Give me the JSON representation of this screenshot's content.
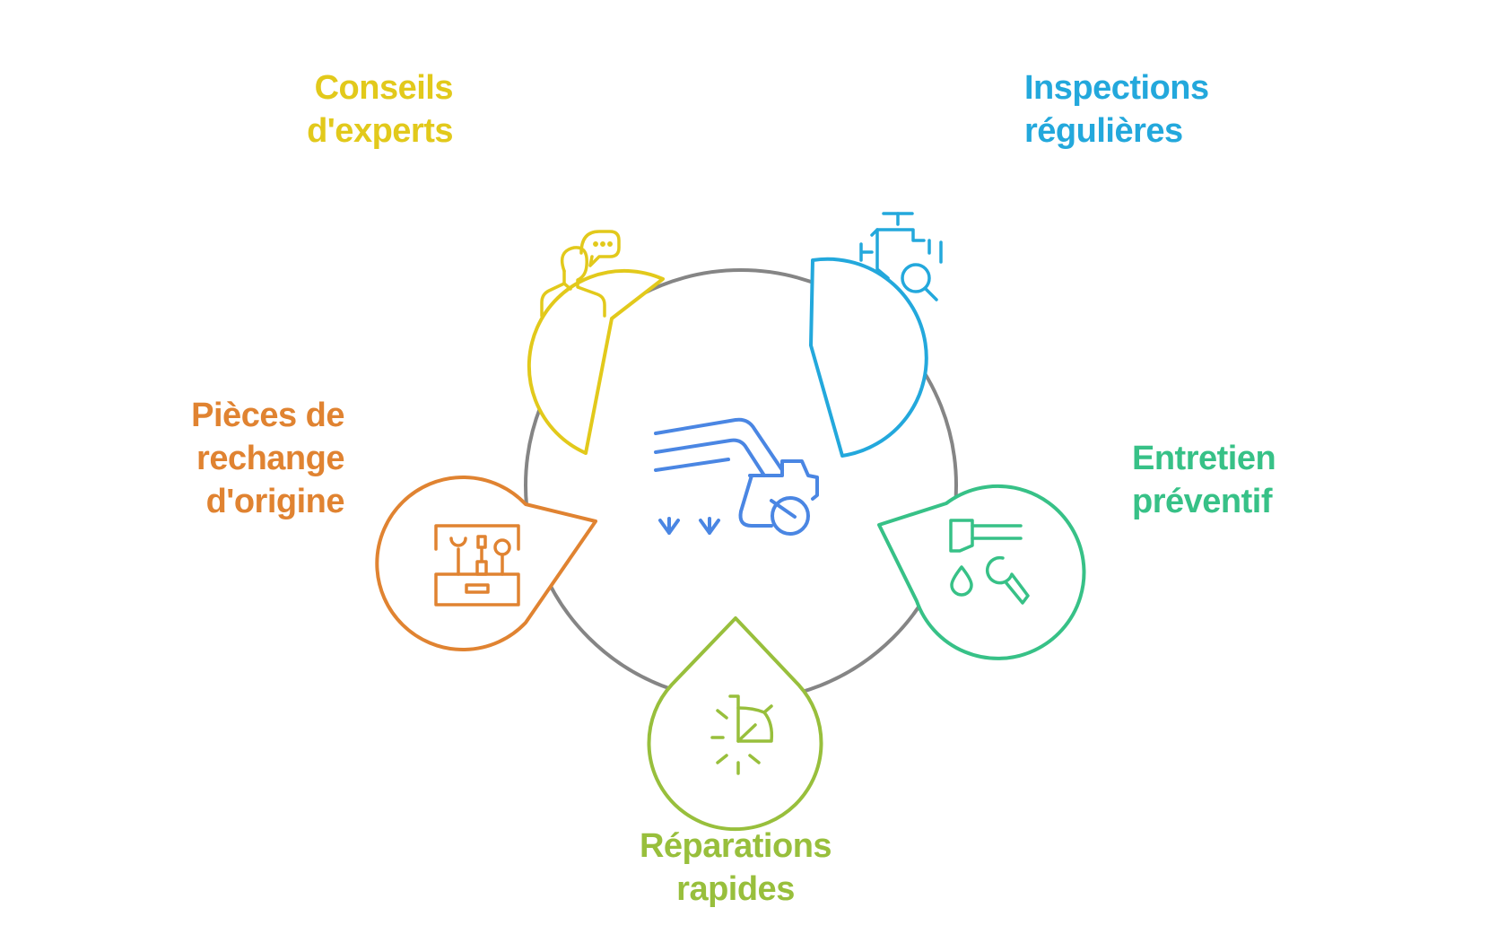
{
  "diagram": {
    "center_icon": "tractor-icon",
    "colors": {
      "ring": "#858585",
      "center": "#4a86e3",
      "experts": "#e2c91b",
      "inspections": "#23a8dc",
      "entretien": "#37c187",
      "reparations": "#98bf3c",
      "pieces": "#e08331"
    },
    "items": [
      {
        "id": "experts",
        "line1": "Conseils",
        "line2": "d'experts",
        "icon": "expert-chat-icon"
      },
      {
        "id": "inspections",
        "line1": "Inspections",
        "line2": "régulières",
        "icon": "engine-inspection-icon"
      },
      {
        "id": "entretien",
        "line1": "Entretien",
        "line2": "préventif",
        "icon": "maintenance-wrench-icon"
      },
      {
        "id": "reparations",
        "line1": "Réparations",
        "line2": "rapides",
        "icon": "stopwatch-icon"
      },
      {
        "id": "pieces",
        "line1": "Pièces de",
        "line2": "rechange",
        "line3": "d'origine",
        "icon": "toolbox-icon"
      }
    ]
  }
}
